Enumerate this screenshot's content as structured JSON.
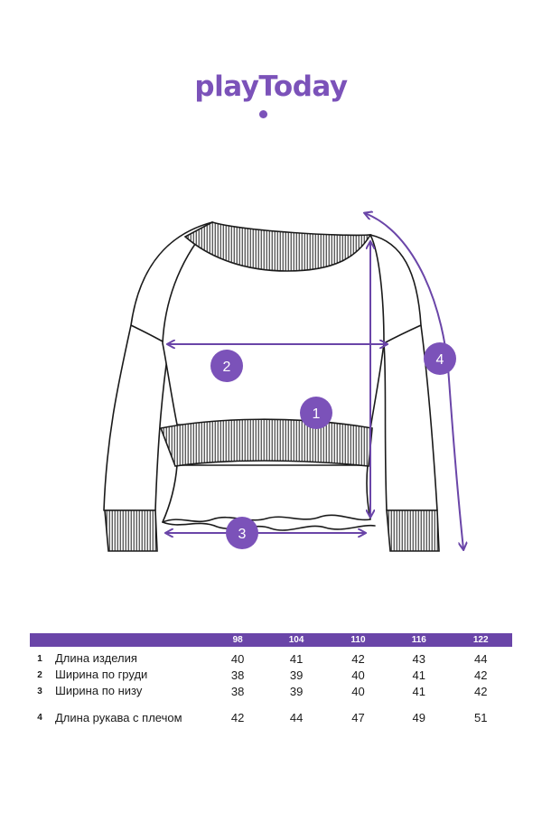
{
  "brand": {
    "name": "playToday",
    "color": "#7b52b9"
  },
  "markers": [
    {
      "id": "1"
    },
    {
      "id": "2"
    },
    {
      "id": "3"
    },
    {
      "id": "4"
    }
  ],
  "size_table": {
    "header": [
      "98",
      "104",
      "110",
      "116",
      "122"
    ],
    "rows": [
      {
        "index": "1",
        "name": "Длина изделия",
        "values": [
          "40",
          "41",
          "42",
          "43",
          "44"
        ]
      },
      {
        "index": "2",
        "name": "Ширина по груди",
        "values": [
          "38",
          "39",
          "40",
          "41",
          "42"
        ]
      },
      {
        "index": "3",
        "name": "Ширина по низу",
        "values": [
          "38",
          "39",
          "40",
          "41",
          "42"
        ]
      },
      {
        "index": "4",
        "name": "Длина рукава с плечом",
        "values": [
          "42",
          "44",
          "47",
          "49",
          "51"
        ]
      }
    ],
    "header_color": "#6a45a8"
  },
  "colors": {
    "accent": "#7b52b9",
    "outline": "#1a1a1a"
  }
}
